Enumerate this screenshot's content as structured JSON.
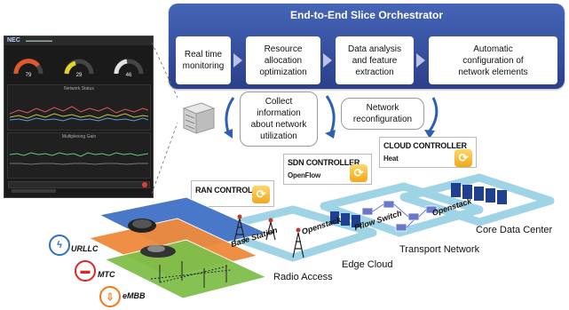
{
  "orchestrator": {
    "title": "End-to-End Slice Orchestrator",
    "steps": [
      "Real time\nmonitoring",
      "Resource\nallocation\noptimization",
      "Data analysis\nand feature\nextraction",
      "Automatic\nconfiguration of\nnetwork elements"
    ]
  },
  "dashboard": {
    "logo": "NEC",
    "gauge_values": [
      "79",
      "29",
      "46"
    ],
    "panel_titles": [
      "Network Status",
      "Multiplexing Gain"
    ]
  },
  "callouts": {
    "collect": "Collect\ninformation\nabout network\nutilization",
    "network": "Network\nreconfiguration"
  },
  "controllers": {
    "cloud": {
      "title": "CLOUD CONTROLLER",
      "sub": "Heat"
    },
    "sdn": {
      "title": "SDN CONTROLLER",
      "sub": "OpenFlow"
    },
    "ran": {
      "title": "RAN CONTROLLER"
    }
  },
  "network": {
    "base_station": "Base Station",
    "openstack_edge": "Openstack",
    "pflow_switch": "Pflow Switch",
    "openstack_core": "Openstack",
    "core_data_center": "Core Data Center",
    "edge_cloud": "Edge Cloud",
    "transport_network": "Transport Network",
    "radio_access": "Radio Access"
  },
  "services": [
    "URLLC",
    "MTC",
    "eMBB"
  ],
  "colors": {
    "orchestrator": "#3152a6",
    "transport_ring": "#9fd3e6",
    "layer_urllc": "#4a78c8",
    "layer_mtc": "#ee8a3c",
    "layer_embb": "#7fbf4a",
    "urllc_icon": "#2f6fc4",
    "mtc_icon": "#e02424",
    "embb_icon": "#f07a1a"
  }
}
